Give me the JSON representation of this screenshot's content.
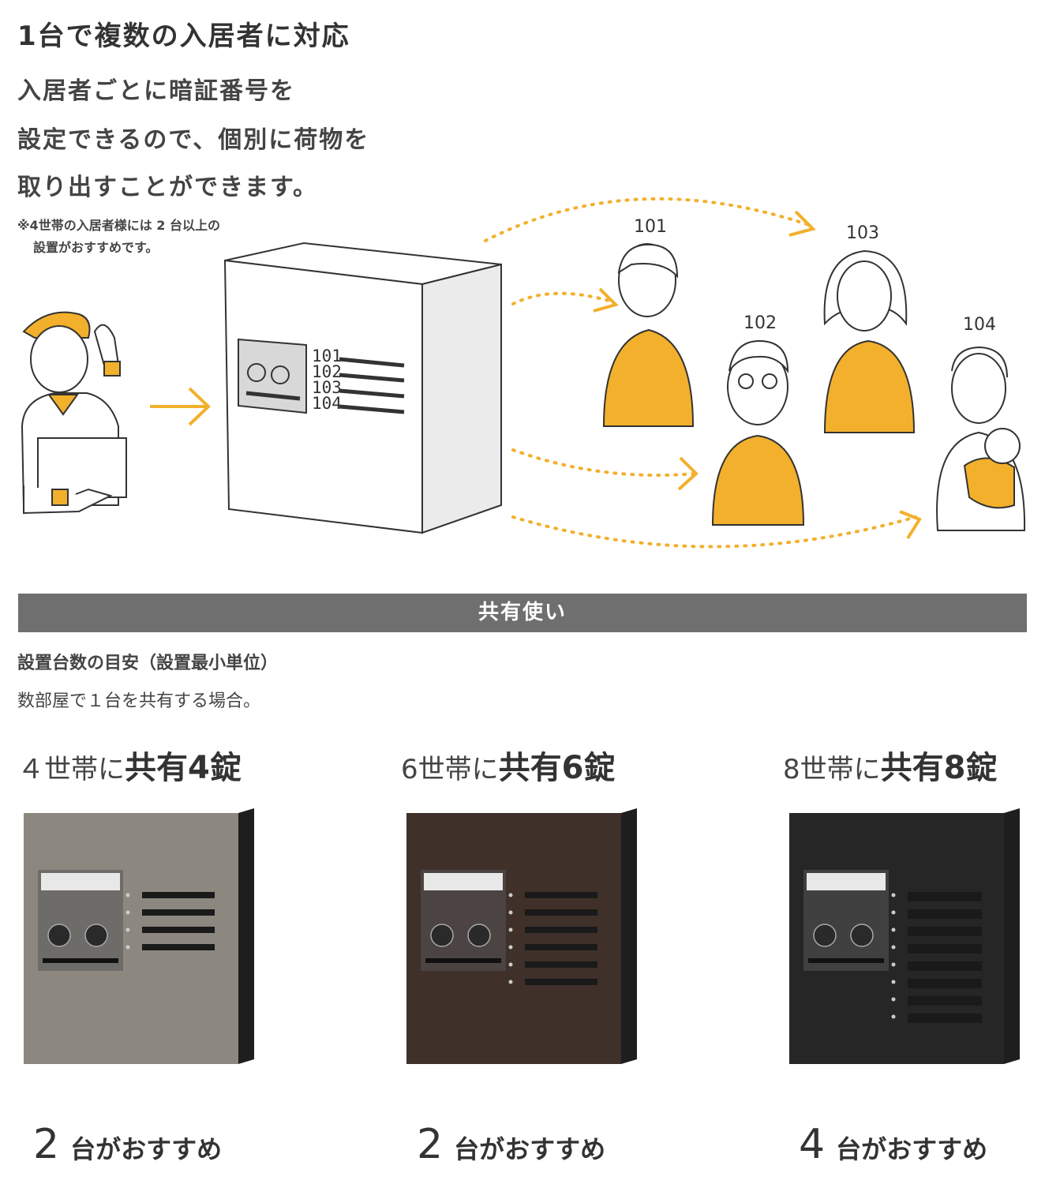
{
  "header": {
    "title": "1台で複数の入居者に対応",
    "desc_lines": [
      "入居者ごとに暗証番号を",
      "設定できるので、個別に荷物を",
      "取り出すことができます。"
    ],
    "note_lines": [
      "※4世帯の入居者様には 2 台以上の",
      "設置がおすすめです。"
    ]
  },
  "illustration": {
    "box_labels": [
      "101",
      "102",
      "103",
      "104"
    ],
    "residents": [
      "101",
      "102",
      "103",
      "104"
    ],
    "colors": {
      "accent": "#f2b02c",
      "line": "#333333",
      "box_side": "#ebebeb"
    }
  },
  "section": {
    "band_label": "共有使い",
    "sub1": "設置台数の目安（設置最小単位）",
    "sub2": "数部屋で１台を共有する場合。"
  },
  "options": [
    {
      "prefix": "４世帯に",
      "big": "共有4錠",
      "rec_num": "2",
      "rec_text": "台がおすすめ",
      "color": "#8c8880",
      "locks": 4
    },
    {
      "prefix": "6世帯に",
      "big": "共有6錠",
      "rec_num": "2",
      "rec_text": "台がおすすめ",
      "color": "#3f302a",
      "locks": 6
    },
    {
      "prefix": "8世帯に",
      "big": "共有8錠",
      "rec_num": "4",
      "rec_text": "台がおすすめ",
      "color": "#262626",
      "locks": 8
    }
  ]
}
